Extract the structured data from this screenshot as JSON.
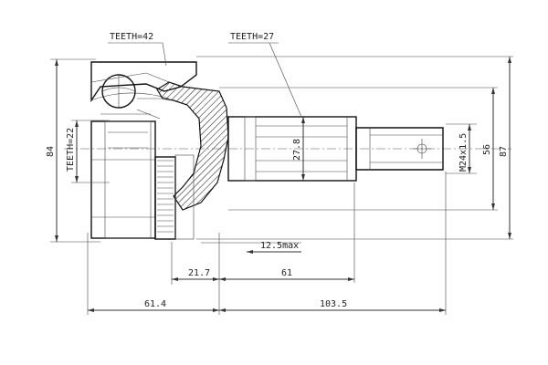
{
  "labels": {
    "teeth_outer": "TEETH=42",
    "teeth_spline": "TEETH=27",
    "teeth_abs": "TEETH=22",
    "dim_84": "84",
    "dim_27_8": "27.8",
    "dim_m24": "M24x1.5",
    "dim_56": "56",
    "dim_87": "87",
    "dim_12_5": "12.5max",
    "dim_21_7": "21.7",
    "dim_61": "61",
    "dim_61_4": "61.4",
    "dim_103_5": "103.5"
  }
}
